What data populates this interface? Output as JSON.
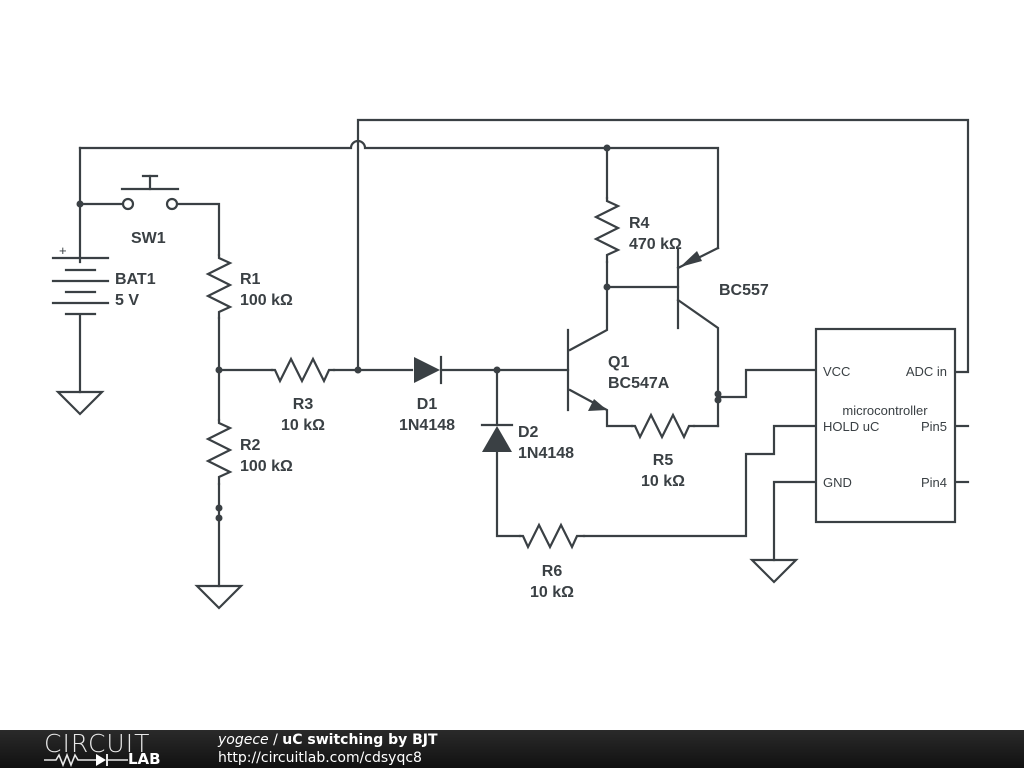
{
  "schematic": {
    "components": {
      "bat1": {
        "ref": "BAT1",
        "value": "5 V",
        "polarity": "+"
      },
      "sw1": {
        "ref": "SW1"
      },
      "r1": {
        "ref": "R1",
        "value": "100 kΩ"
      },
      "r2": {
        "ref": "R2",
        "value": "100 kΩ"
      },
      "r3": {
        "ref": "R3",
        "value": "10 kΩ"
      },
      "r4": {
        "ref": "R4",
        "value": "470 kΩ"
      },
      "r5": {
        "ref": "R5",
        "value": "10 kΩ"
      },
      "r6": {
        "ref": "R6",
        "value": "10 kΩ"
      },
      "d1": {
        "ref": "D1",
        "value": "1N4148"
      },
      "d2": {
        "ref": "D2",
        "value": "1N4148"
      },
      "q1": {
        "ref": "Q1",
        "value": "BC547A"
      },
      "q2": {
        "value": "BC557"
      },
      "mcu": {
        "title": "microcontroller",
        "pins": {
          "vcc": "VCC",
          "adc": "ADC in",
          "hold": "HOLD uC",
          "pin5": "Pin5",
          "gnd": "GND",
          "pin4": "Pin4"
        }
      }
    }
  },
  "footer": {
    "logo_top": "CIRCUIT",
    "logo_bottom": "LAB",
    "author": "yogece",
    "separator": " / ",
    "title": "uC switching by BJT",
    "url": "http://circuitlab.com/cdsyqc8"
  }
}
